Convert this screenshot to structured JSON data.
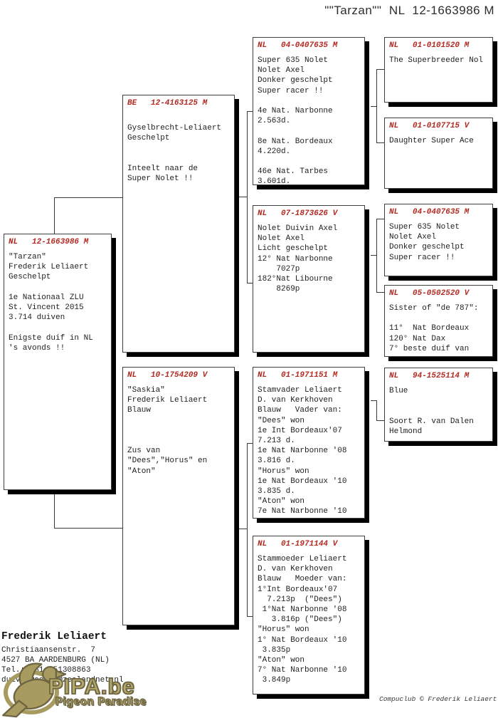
{
  "title": "\"\"Tarzan\"\"  NL  12-1663986 M",
  "colors": {
    "ring_red": "#b22a22",
    "box_border": "#3f3f3f",
    "box_shadow": "#000000",
    "logo_khaki": "#a89b60",
    "logo_outline": "#6e6642"
  },
  "boxes": {
    "subject": {
      "ring": "NL   12-1663986 M",
      "lines": [
        "\"Tarzan\"",
        "Frederik Leliaert",
        "Geschelpt",
        "",
        "1e Nationaal ZLU",
        "St. Vincent 2015",
        "3.714 duiven",
        "",
        "Enigste duif in NL",
        "'s avonds !!"
      ]
    },
    "sire": {
      "ring": "BE   12-4163125 M",
      "lines": [
        "",
        "Gyselbrecht-Leliaert",
        "Geschelpt",
        "",
        "",
        "Inteelt naar de",
        "Super Nolet !!"
      ]
    },
    "dam": {
      "ring": "NL   10-1754209 V",
      "lines": [
        "\"Saskia\"",
        "Frederik Leliaert",
        "Blauw",
        "",
        "",
        "",
        "Zus van",
        "\"Dees\",\"Horus\" en",
        "\"Aton\""
      ]
    },
    "sire_sire": {
      "ring": "NL   04-0407635 M",
      "lines": [
        "Super 635 Nolet",
        "Nolet Axel",
        "Donker geschelpt",
        "Super racer !!",
        "",
        "4e Nat. Narbonne",
        "2.563d.",
        "",
        "8e Nat. Bordeaux",
        "4.220d.",
        "",
        "46e Nat. Tarbes",
        "3.601d."
      ]
    },
    "sire_dam": {
      "ring": "NL   07-1873626 V",
      "lines": [
        "Nolet Duivin Axel",
        "Nolet Axel",
        "Licht geschelpt",
        "12° Nat Narbonne",
        "    7027p",
        "182°Nat Libourne",
        "    8269p"
      ]
    },
    "dam_sire": {
      "ring": "NL   01-1971151 M",
      "lines": [
        "Stamvader Leliaert",
        "D. van Kerkhoven",
        "Blauw   Vader van:",
        "\"Dees\" won",
        "1e Int Bordeaux'07",
        "7.213 d.",
        "1e Nat Narbonne '08",
        "3.816 d.",
        "\"Horus\" won",
        "1e Nat Bordeaux '10",
        "3.835 d.",
        "\"Aton\" won",
        "7e Nat Narbonne '10"
      ]
    },
    "dam_dam": {
      "ring": "NL   01-1971144 V",
      "lines": [
        "Stammoeder Leliaert",
        "D. van Kerkhoven",
        "Blauw   Moeder van:",
        "1°Int Bordeaux'07",
        "  7.213p  (\"Dees\")",
        " 1°Nat Narbonne '08",
        "   3.816p (\"Dees\")",
        "\"Horus\" won",
        "1° Nat Bordeaux '10",
        " 3.835p",
        "\"Aton\" won",
        "7° Nat Narbonne '10",
        " 3.849p"
      ]
    },
    "sire_sire_sire": {
      "ring": "NL   01-0101520 M",
      "lines": [
        "The Superbreeder Nol"
      ]
    },
    "sire_sire_dam": {
      "ring": "NL   01-0107715 V",
      "lines": [
        "Daughter Super Ace"
      ]
    },
    "sire_dam_sire": {
      "ring": "NL   04-0407635 M",
      "lines": [
        "Super 635 Nolet",
        "Nolet Axel",
        "Donker geschelpt",
        "Super racer !!"
      ]
    },
    "sire_dam_dam": {
      "ring": "NL   05-0502520 V",
      "lines": [
        "Sister of \"de 787\":",
        "",
        "11°  Nat Bordeaux",
        "120° Nat Dax",
        "7° beste duif van"
      ]
    },
    "dam_sire_sire": {
      "ring": "NL   94-1525114 M",
      "lines": [
        "Blue",
        "",
        "",
        "Soort R. van Dalen",
        "Helmond"
      ]
    }
  },
  "owner": {
    "name": "Frederik Leliaert",
    "lines": [
      "Christiaansenstr.  7",
      "4527 BA AARDENBURG (NL)",
      "Tel.: +31 651308863",
      "duivenweelde@zeelandnet.nl"
    ]
  },
  "logo": {
    "main": "PIPA.be",
    "sub": "Pigeon Paradise"
  },
  "footer": "Compuclub © Frederik Leliaert"
}
